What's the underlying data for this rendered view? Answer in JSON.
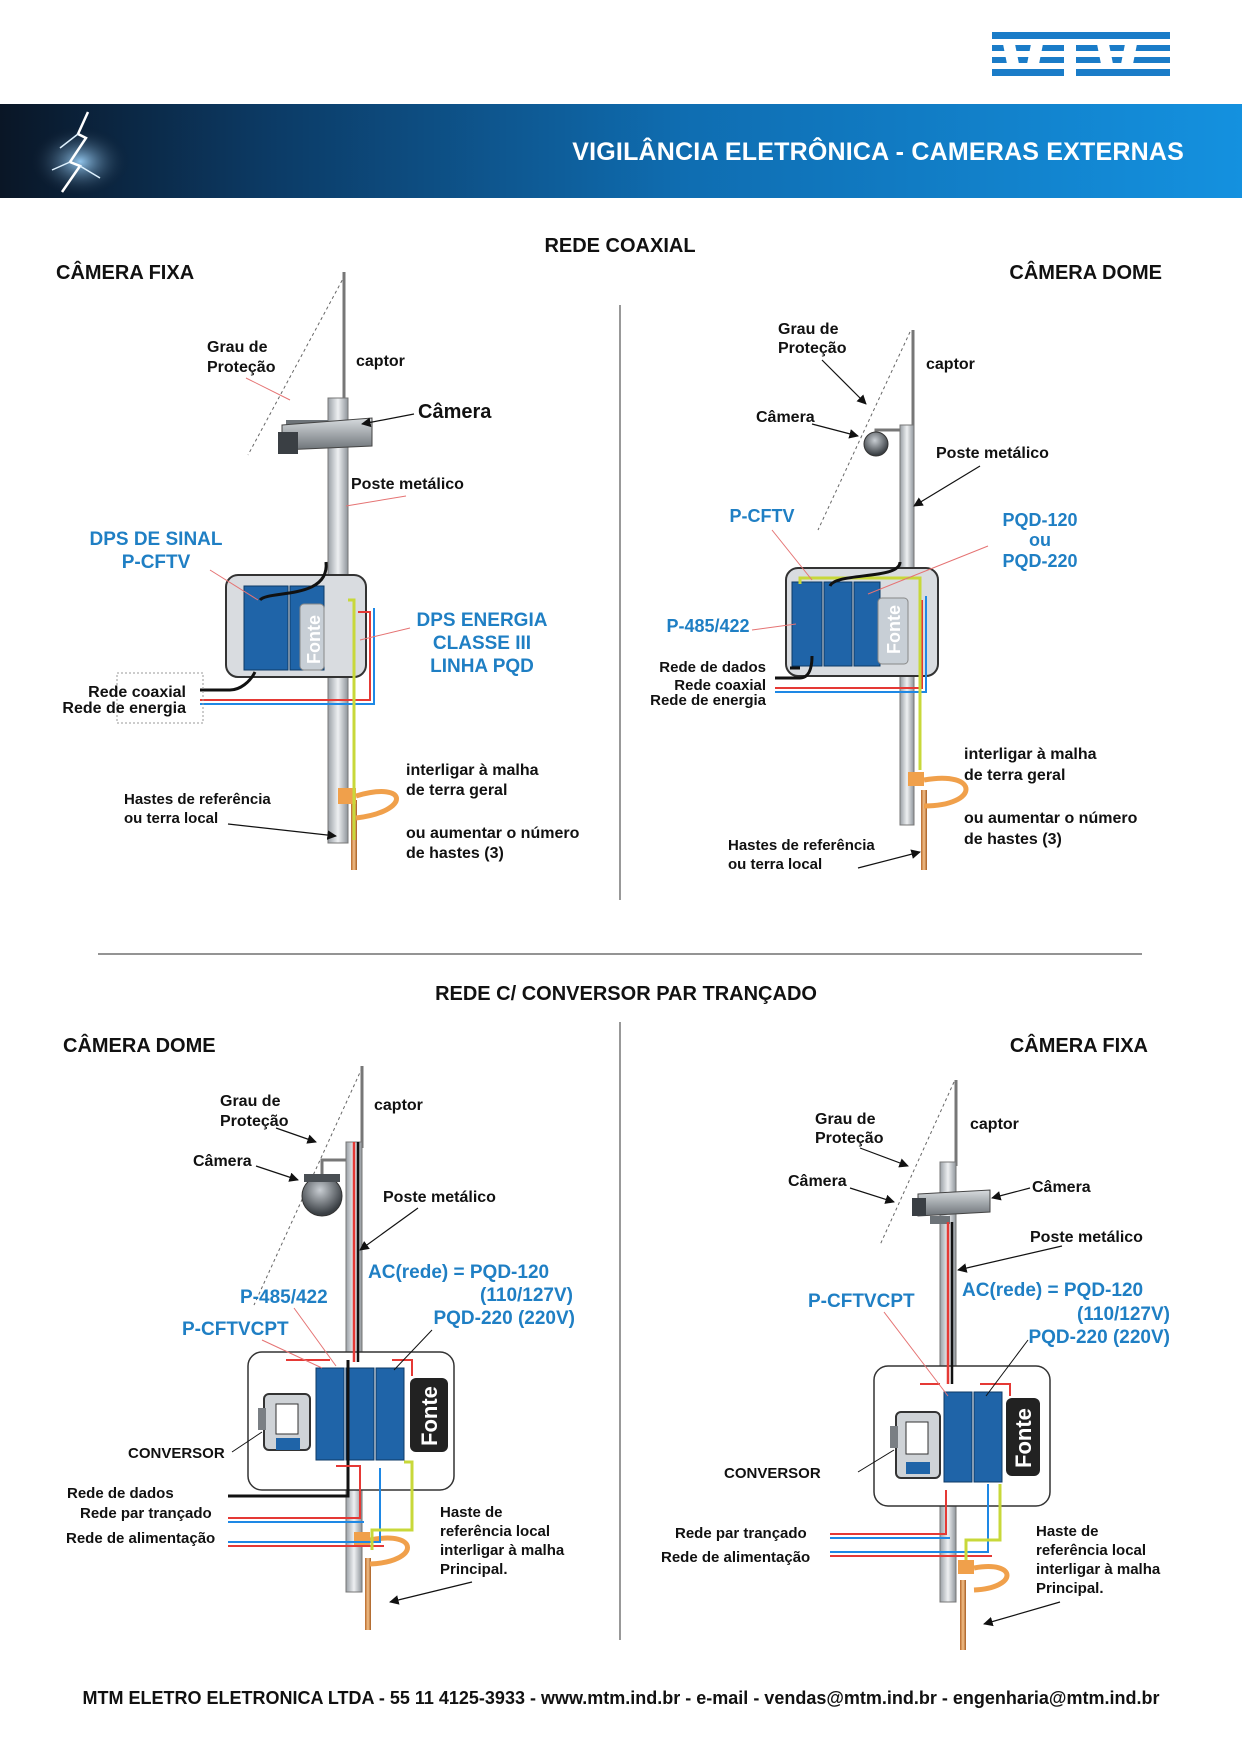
{
  "header": {
    "title": "VIGILÂNCIA ELETRÔNICA - CAMERAS EXTERNAS",
    "logo": "MTM"
  },
  "colors": {
    "banner": "#0f6db1",
    "accent_blue": "#1f7fc4",
    "ground_orange": "#f0a04b",
    "ground_wire": "#c8d83a",
    "fonte_bg": "#c8cfd6",
    "fonte_dark": "#222222"
  },
  "icons": [
    "lightning-icon",
    "camera-housing-icon",
    "dome-camera-icon",
    "surge-protector-icon",
    "converter-icon",
    "ground-rod-icon"
  ],
  "sections": {
    "coaxial": {
      "title": "REDE COAXIAL",
      "left": {
        "heading": "CÂMERA FIXA",
        "grau": [
          "Grau de",
          "Proteção"
        ],
        "captor": "captor",
        "camera": "Câmera",
        "poste": "Poste metálico",
        "dps_sinal": [
          "DPS DE SINAL",
          "P-CFTV"
        ],
        "dps_energia": [
          "DPS ENERGIA",
          "CLASSE III",
          "LINHA PQD"
        ],
        "fonte": "Fonte",
        "rede_coaxial": "Rede coaxial",
        "rede_energia": "Rede de energia",
        "interligar": [
          "interligar à malha",
          "de terra geral"
        ],
        "aumentar": [
          "ou aumentar o número",
          "de hastes (3)"
        ],
        "hastes": [
          "Hastes de referência",
          "ou terra local"
        ]
      },
      "right": {
        "heading": "CÂMERA DOME",
        "grau": [
          "Grau de",
          "Proteção"
        ],
        "captor": "captor",
        "camera": "Câmera",
        "poste": "Poste metálico",
        "pcftv": "P-CFTV",
        "pqd": [
          "PQD-120",
          "ou",
          "PQD-220"
        ],
        "p485": "P-485/422",
        "fonte": "Fonte",
        "rede_dados": "Rede de dados",
        "rede_coaxial": "Rede coaxial",
        "rede_energia": "Rede de energia",
        "interligar": [
          "interligar à malha",
          "de terra geral"
        ],
        "aumentar": [
          "ou aumentar o número",
          "de hastes (3)"
        ],
        "hastes": [
          "Hastes de referência",
          "ou terra local"
        ]
      }
    },
    "par": {
      "title": "REDE C/ CONVERSOR PAR TRANÇADO",
      "left": {
        "heading": "CÂMERA DOME",
        "grau": [
          "Grau de",
          "Proteção"
        ],
        "captor": "captor",
        "camera": "Câmera",
        "poste": "Poste metálico",
        "p485": "P-485/422",
        "pcftvcpt": "P-CFTVCPT",
        "ac": [
          "AC(rede) = PQD-120",
          "(110/127V)",
          "PQD-220 (220V)"
        ],
        "conversor": "CONVERSOR",
        "fonte": "Fonte",
        "rede_dados": "Rede de dados",
        "rede_par": "Rede par trançado",
        "rede_alim": "Rede de alimentação",
        "haste": [
          "Haste de",
          "referência local",
          "interligar à malha",
          "Principal."
        ]
      },
      "right": {
        "heading": "CÂMERA FIXA",
        "grau": [
          "Grau de",
          "Proteção"
        ],
        "captor": "captor",
        "camera_left": "Câmera",
        "camera_right": "Câmera",
        "poste": "Poste metálico",
        "pcftvcpt": "P-CFTVCPT",
        "ac": [
          "AC(rede) = PQD-120",
          "(110/127V)",
          "PQD-220 (220V)"
        ],
        "conversor": "CONVERSOR",
        "fonte": "Fonte",
        "rede_par": "Rede par trançado",
        "rede_alim": "Rede de alimentação",
        "haste": [
          "Haste de",
          "referência local",
          "interligar à malha",
          "Principal."
        ]
      }
    }
  },
  "footer": {
    "text": "MTM ELETRO ELETRONICA LTDA - 55 11 4125-3933 - www.mtm.ind.br - e-mail - vendas@mtm.ind.br - engenharia@mtm.ind.br"
  }
}
